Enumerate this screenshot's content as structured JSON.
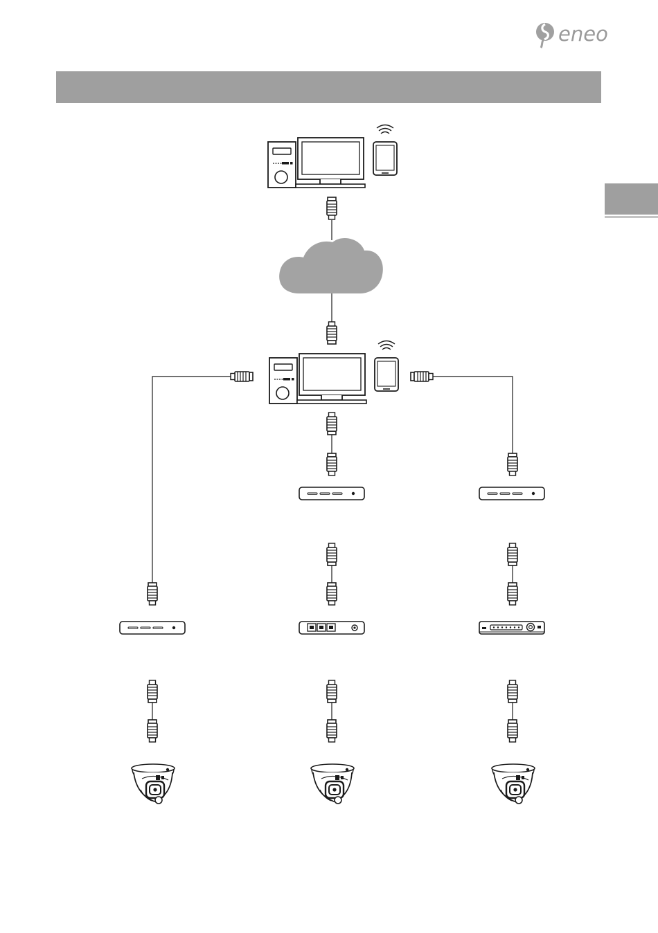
{
  "brand": {
    "logo_text": "eneo",
    "logo_mark": "registered-dot",
    "logo_color": "#9a9a9a"
  },
  "colors": {
    "header_bar": "#9f9f9f",
    "side_tab": "#9f9f9f",
    "cloud": "#a3a3a3",
    "line": "#1a1a1a"
  },
  "diagram": {
    "nodes": [
      {
        "id": "client-pc",
        "kind": "computer-with-phone"
      },
      {
        "id": "internet",
        "kind": "cloud"
      },
      {
        "id": "server-pc",
        "kind": "computer-with-phone"
      },
      {
        "id": "router-center",
        "kind": "router"
      },
      {
        "id": "router-right",
        "kind": "router"
      },
      {
        "id": "router-left",
        "kind": "router"
      },
      {
        "id": "switch-center",
        "kind": "network-switch"
      },
      {
        "id": "nvr-right",
        "kind": "recorder"
      },
      {
        "id": "camera-left",
        "kind": "dome-camera"
      },
      {
        "id": "camera-center",
        "kind": "dome-camera"
      },
      {
        "id": "camera-right",
        "kind": "dome-camera"
      }
    ],
    "links": [
      [
        "client-pc",
        "internet"
      ],
      [
        "internet",
        "server-pc"
      ],
      [
        "server-pc",
        "router-left"
      ],
      [
        "server-pc",
        "router-center"
      ],
      [
        "server-pc",
        "router-right"
      ],
      [
        "router-center",
        "switch-center"
      ],
      [
        "router-right",
        "nvr-right"
      ],
      [
        "router-left",
        "camera-left"
      ],
      [
        "switch-center",
        "camera-center"
      ],
      [
        "nvr-right",
        "camera-right"
      ]
    ]
  }
}
